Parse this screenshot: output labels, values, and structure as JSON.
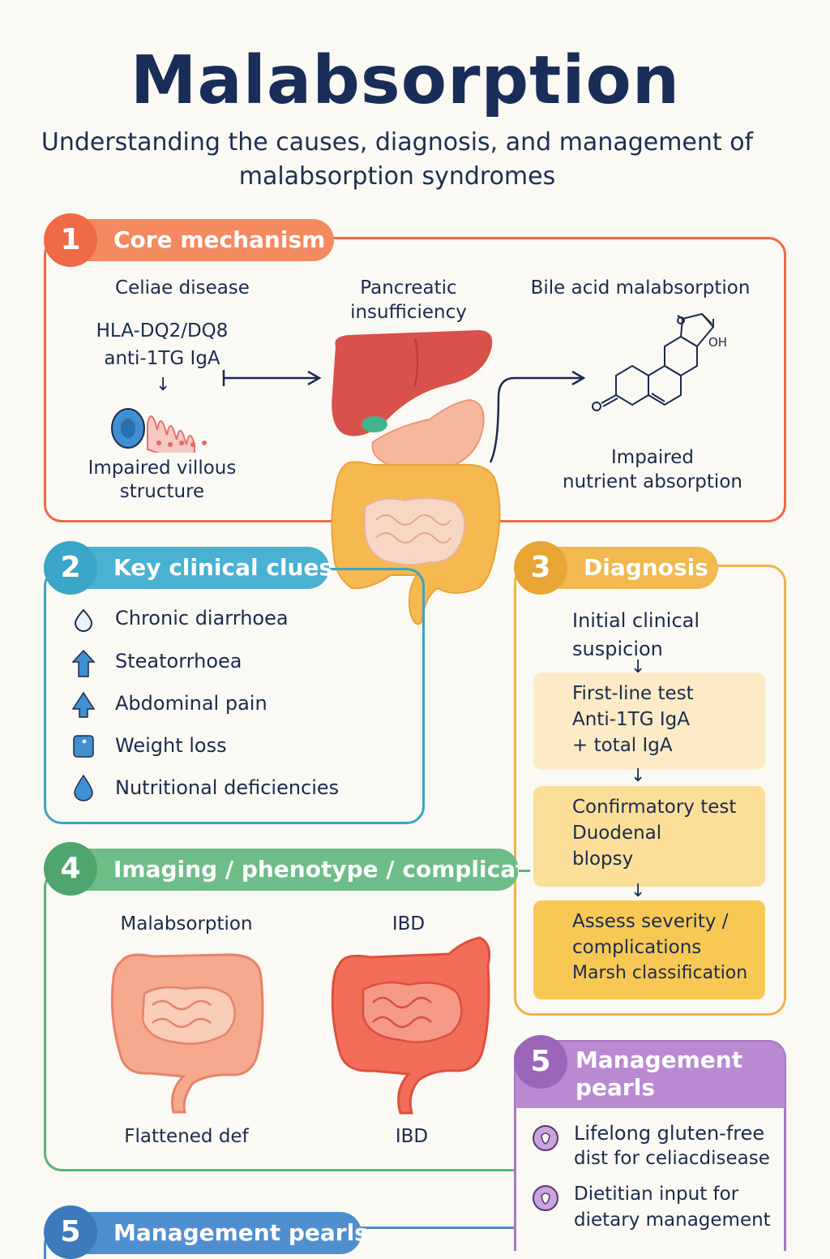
{
  "title": "Malabsorption",
  "subtitle": "Understanding the causes, diagnosis, and management of malabsorption syndromes",
  "colors": {
    "orange": "#ef6a45",
    "teal": "#3aa5c6",
    "amber": "#efb24a",
    "green": "#5bb27a",
    "purple": "#a977c2",
    "blue": "#4a8ac8",
    "navy": "#182d57"
  },
  "core": {
    "number": "1",
    "title": "Core mechanism",
    "celiac_title": "Celiae disease",
    "celiac_markers": [
      "HLA-DQ2/DQ8",
      "anti-1TG IgA"
    ],
    "villous_caption": [
      "Impaired villous",
      "structure"
    ],
    "pancreatic_title": [
      "Pancreatic",
      "insufficiency"
    ],
    "bile_title": "Bile acid malabsorption",
    "bile_caption": [
      "Impaired",
      "nutrient absorption"
    ],
    "chem_label": "OH"
  },
  "clues": {
    "number": "2",
    "title": "Key clinical clues",
    "items": [
      {
        "label": "Chronic diarrhoea",
        "icon": "drop-outline-icon"
      },
      {
        "label": "Steatorrhoea",
        "icon": "arrow-up-icon"
      },
      {
        "label": "Abdominal pain",
        "icon": "abdomen-icon"
      },
      {
        "label": "Weight loss",
        "icon": "scale-icon"
      },
      {
        "label": "Nutritional deficiencies",
        "icon": "drop-icon"
      }
    ]
  },
  "diagnosis": {
    "number": "3",
    "title": "Diagnosis",
    "initial": [
      "Initial clinical",
      "suspicion"
    ],
    "steps": [
      {
        "lines": [
          "First-line test",
          "Anti-1TG IgA",
          "+ total IgA"
        ]
      },
      {
        "lines": [
          "Confirmatory test",
          "Duodenal",
          "blopsy"
        ]
      },
      {
        "lines": [
          "Assess severity /",
          "complications",
          "Marsh classification"
        ]
      }
    ]
  },
  "imaging": {
    "number": "4",
    "title": "Imaging / phenotype / complications",
    "left_label": "Malabsorption",
    "left_caption": "Flattened def",
    "right_label": "IBD",
    "right_caption": "IBD"
  },
  "management": {
    "number": "5",
    "title": [
      "Management",
      "pearls"
    ],
    "items": [
      {
        "lines": [
          "Lifelong gluten-free",
          "dist for celiacdisease"
        ]
      },
      {
        "lines": [
          "Dietitian input for",
          "dietary management"
        ]
      }
    ]
  },
  "management_bottom": {
    "number": "5",
    "title": "Management pearls"
  }
}
